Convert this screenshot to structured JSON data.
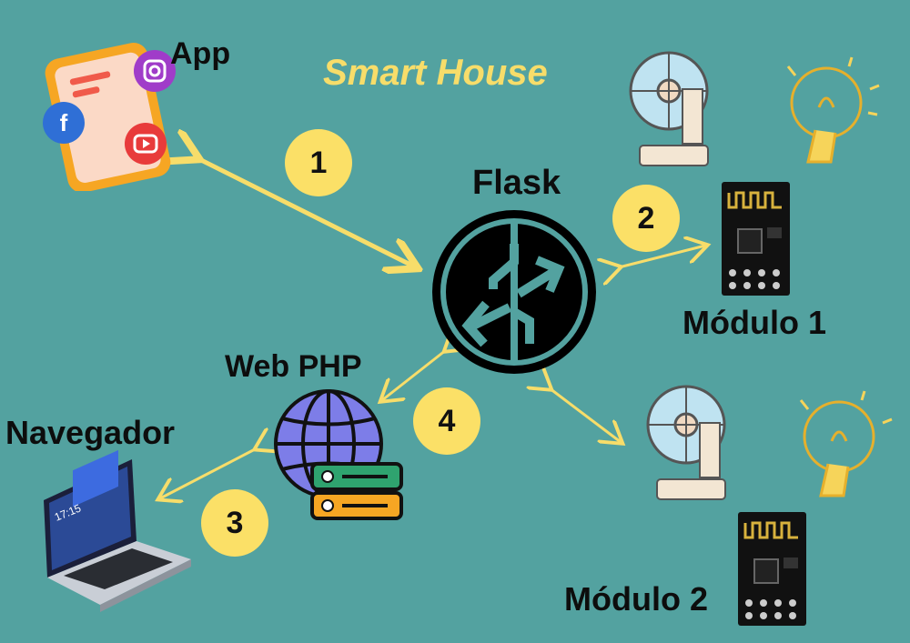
{
  "title": "Smart House",
  "nodes": {
    "app": "App",
    "flask": "Flask",
    "web_php": "Web PHP",
    "navegador": "Navegador",
    "modulo1": "Módulo 1",
    "modulo2": "Módulo 2"
  },
  "steps": [
    "1",
    "2",
    "3",
    "4"
  ],
  "icons": {
    "app": "smartphone-social-apps-icon",
    "flask": "flask-logo-icon",
    "web_php": "globe-server-icon",
    "navegador": "laptop-icon",
    "fan": "fan-icon",
    "bulb": "light-bulb-icon",
    "module": "esp8266-module-icon"
  },
  "colors": {
    "background": "#53a2a0",
    "accent": "#f7dd6a",
    "badge": "#fbe067"
  }
}
